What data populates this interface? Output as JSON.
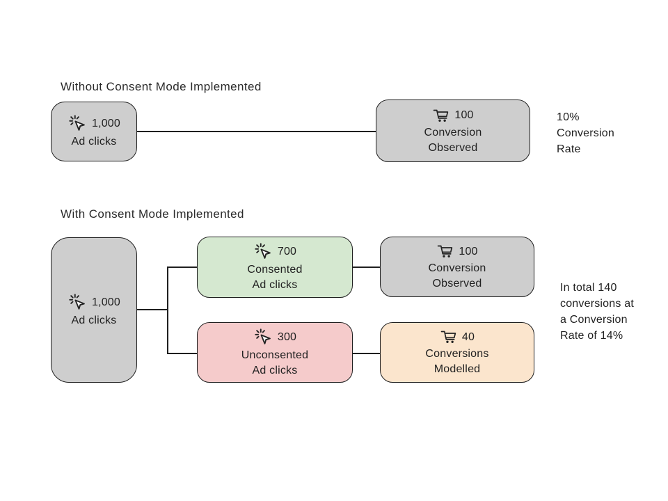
{
  "diagram": {
    "colors": {
      "gray": "#cecece",
      "green": "#d5e8d0",
      "pink": "#f5cbcb",
      "peach": "#fbe5cd",
      "outline": "#1f1f1f",
      "text": "#212121"
    },
    "sections": {
      "without": {
        "heading": "Without Consent Mode Implemented",
        "caption_lines": [
          "10%",
          "Conversion",
          "Rate"
        ]
      },
      "with": {
        "heading": "With Consent Mode Implemented",
        "caption_lines": [
          "In total 140",
          "conversions at",
          "a Conversion",
          "Rate of 14%"
        ]
      }
    },
    "nodes": {
      "top_ad_clicks": {
        "icon": "cursor-click-icon",
        "value": "1,000",
        "lines": [
          "Ad clicks"
        ]
      },
      "top_conversion_observed": {
        "icon": "cart-icon",
        "value": "100",
        "lines": [
          "Conversion",
          "Observed"
        ]
      },
      "total_ad_clicks": {
        "icon": "cursor-click-icon",
        "value": "1,000",
        "lines": [
          "Ad clicks"
        ]
      },
      "consented_ad_clicks": {
        "icon": "cursor-click-icon",
        "value": "700",
        "lines": [
          "Consented",
          "Ad clicks"
        ]
      },
      "unconsented_ad_clicks": {
        "icon": "cursor-click-icon",
        "value": "300",
        "lines": [
          "Unconsented",
          "Ad clicks"
        ]
      },
      "conversion_observed": {
        "icon": "cart-icon",
        "value": "100",
        "lines": [
          "Conversion",
          "Observed"
        ]
      },
      "conversions_modelled": {
        "icon": "cart-icon",
        "value": "40",
        "lines": [
          "Conversions",
          "Modelled"
        ]
      }
    }
  }
}
